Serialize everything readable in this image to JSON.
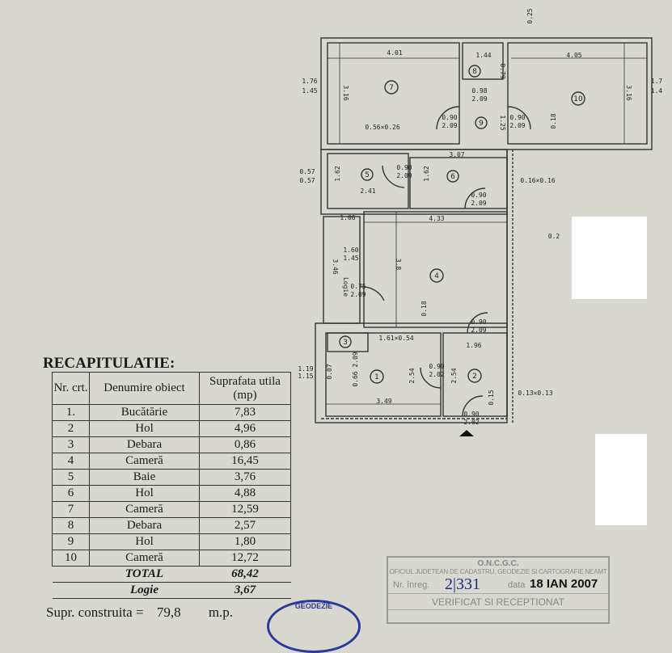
{
  "plan": {
    "rooms": [
      "1",
      "2",
      "3",
      "4",
      "5",
      "6",
      "7",
      "8",
      "9",
      "10"
    ],
    "dims": [
      "4.01",
      "1.44",
      "4.05",
      "0.25",
      "3.16",
      "1.76",
      "1.45",
      "0.79",
      "0.98",
      "2.09",
      "0.90",
      "2.09",
      "1.25",
      "0.90",
      "2.09",
      "3.16",
      "1.7",
      "1.4",
      "0.18",
      "0.56×0.26",
      "3.07",
      "1.62",
      "0.90",
      "2.09",
      "1.62",
      "0.57",
      "0.57",
      "0.16×0.16",
      "2.41",
      "0.90",
      "2.09",
      "1.06",
      "4.33",
      "0.2",
      "1.60",
      "1.45",
      "3.46",
      "3.8",
      "Logie",
      "0.75",
      "2.09",
      "0.18",
      "0.90",
      "2.09",
      "1.61×0.54",
      "1.96",
      "0.07",
      "0.66 2.09",
      "1.19",
      "1.15",
      "0.90",
      "2.02",
      "2.54",
      "2.54",
      "3.49",
      "0.15",
      "0.13×0.13",
      "0.90",
      "2.02"
    ]
  },
  "recap": {
    "title": "RECAPITULATIE:",
    "headers": [
      "Nr. crt.",
      "Denumire obiect",
      "Suprafata utila (mp)"
    ],
    "rows": [
      [
        "1.",
        "Bucătărie",
        "7,83"
      ],
      [
        "2",
        "Hol",
        "4,96"
      ],
      [
        "3",
        "Debara",
        "0,86"
      ],
      [
        "4",
        "Cameră",
        "16,45"
      ],
      [
        "5",
        "Baie",
        "3,76"
      ],
      [
        "6",
        "Hol",
        "4,88"
      ],
      [
        "7",
        "Cameră",
        "12,59"
      ],
      [
        "8",
        "Debara",
        "2,57"
      ],
      [
        "9",
        "Hol",
        "1,80"
      ],
      [
        "10",
        "Cameră",
        "12,72"
      ]
    ],
    "total_label": "TOTAL",
    "total_value": "68,42",
    "logie_label": "Logie",
    "logie_value": "3,67",
    "supr_label": "Supr. construita =",
    "supr_value": "79,8",
    "supr_unit": "m.p."
  },
  "stamp": {
    "org": "O.N.C.G.C.",
    "office": "OFICIUL JUDETEAN DE CADASTRU, GEODEZIE SI CARTOGRAFIE NEAMT",
    "nr_label": "Nr. înreg.",
    "nr_value": "2|331",
    "date_label": "data",
    "date_value": "18 IAN 2007",
    "verified": "VERIFICAT SI RECEPTIONAT",
    "seal_text": "GEODEZIE"
  }
}
